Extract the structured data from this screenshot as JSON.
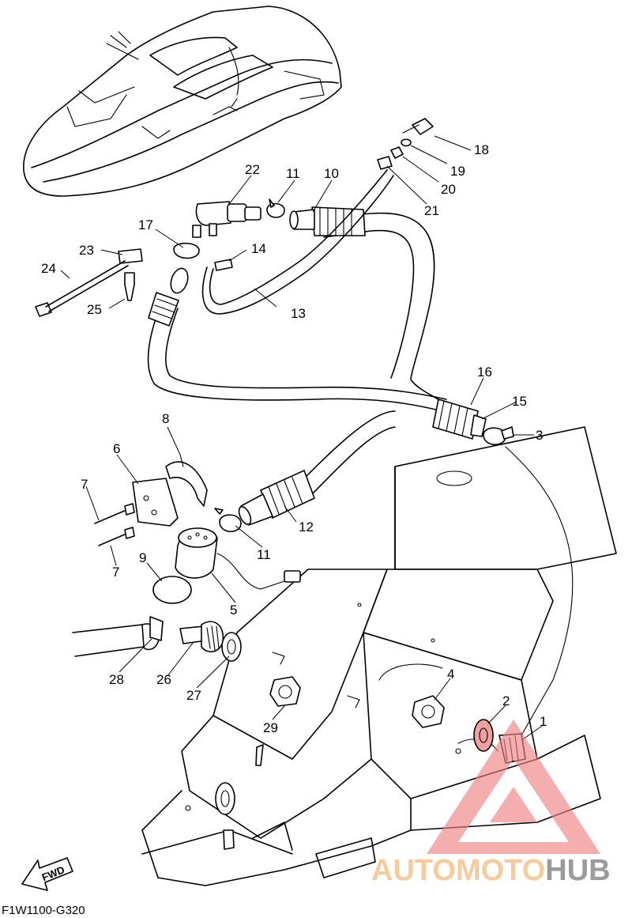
{
  "diagram_code": "F1W1100-G320",
  "fwd_label": "FWD",
  "watermark": {
    "part1": "AUTOMOTO",
    "part2": "HUB",
    "color_part1": "#f6c28a",
    "color_part2": "#8a8a8a",
    "triangle_color": "#f08080"
  },
  "part_labels": [
    "18",
    "19",
    "20",
    "21",
    "22",
    "11",
    "10",
    "17",
    "14",
    "23",
    "24",
    "13",
    "25",
    "16",
    "15",
    "3",
    "8",
    "6",
    "7",
    "12",
    "11",
    "7",
    "9",
    "5",
    "28",
    "26",
    "27",
    "4",
    "2",
    "1",
    "29"
  ]
}
